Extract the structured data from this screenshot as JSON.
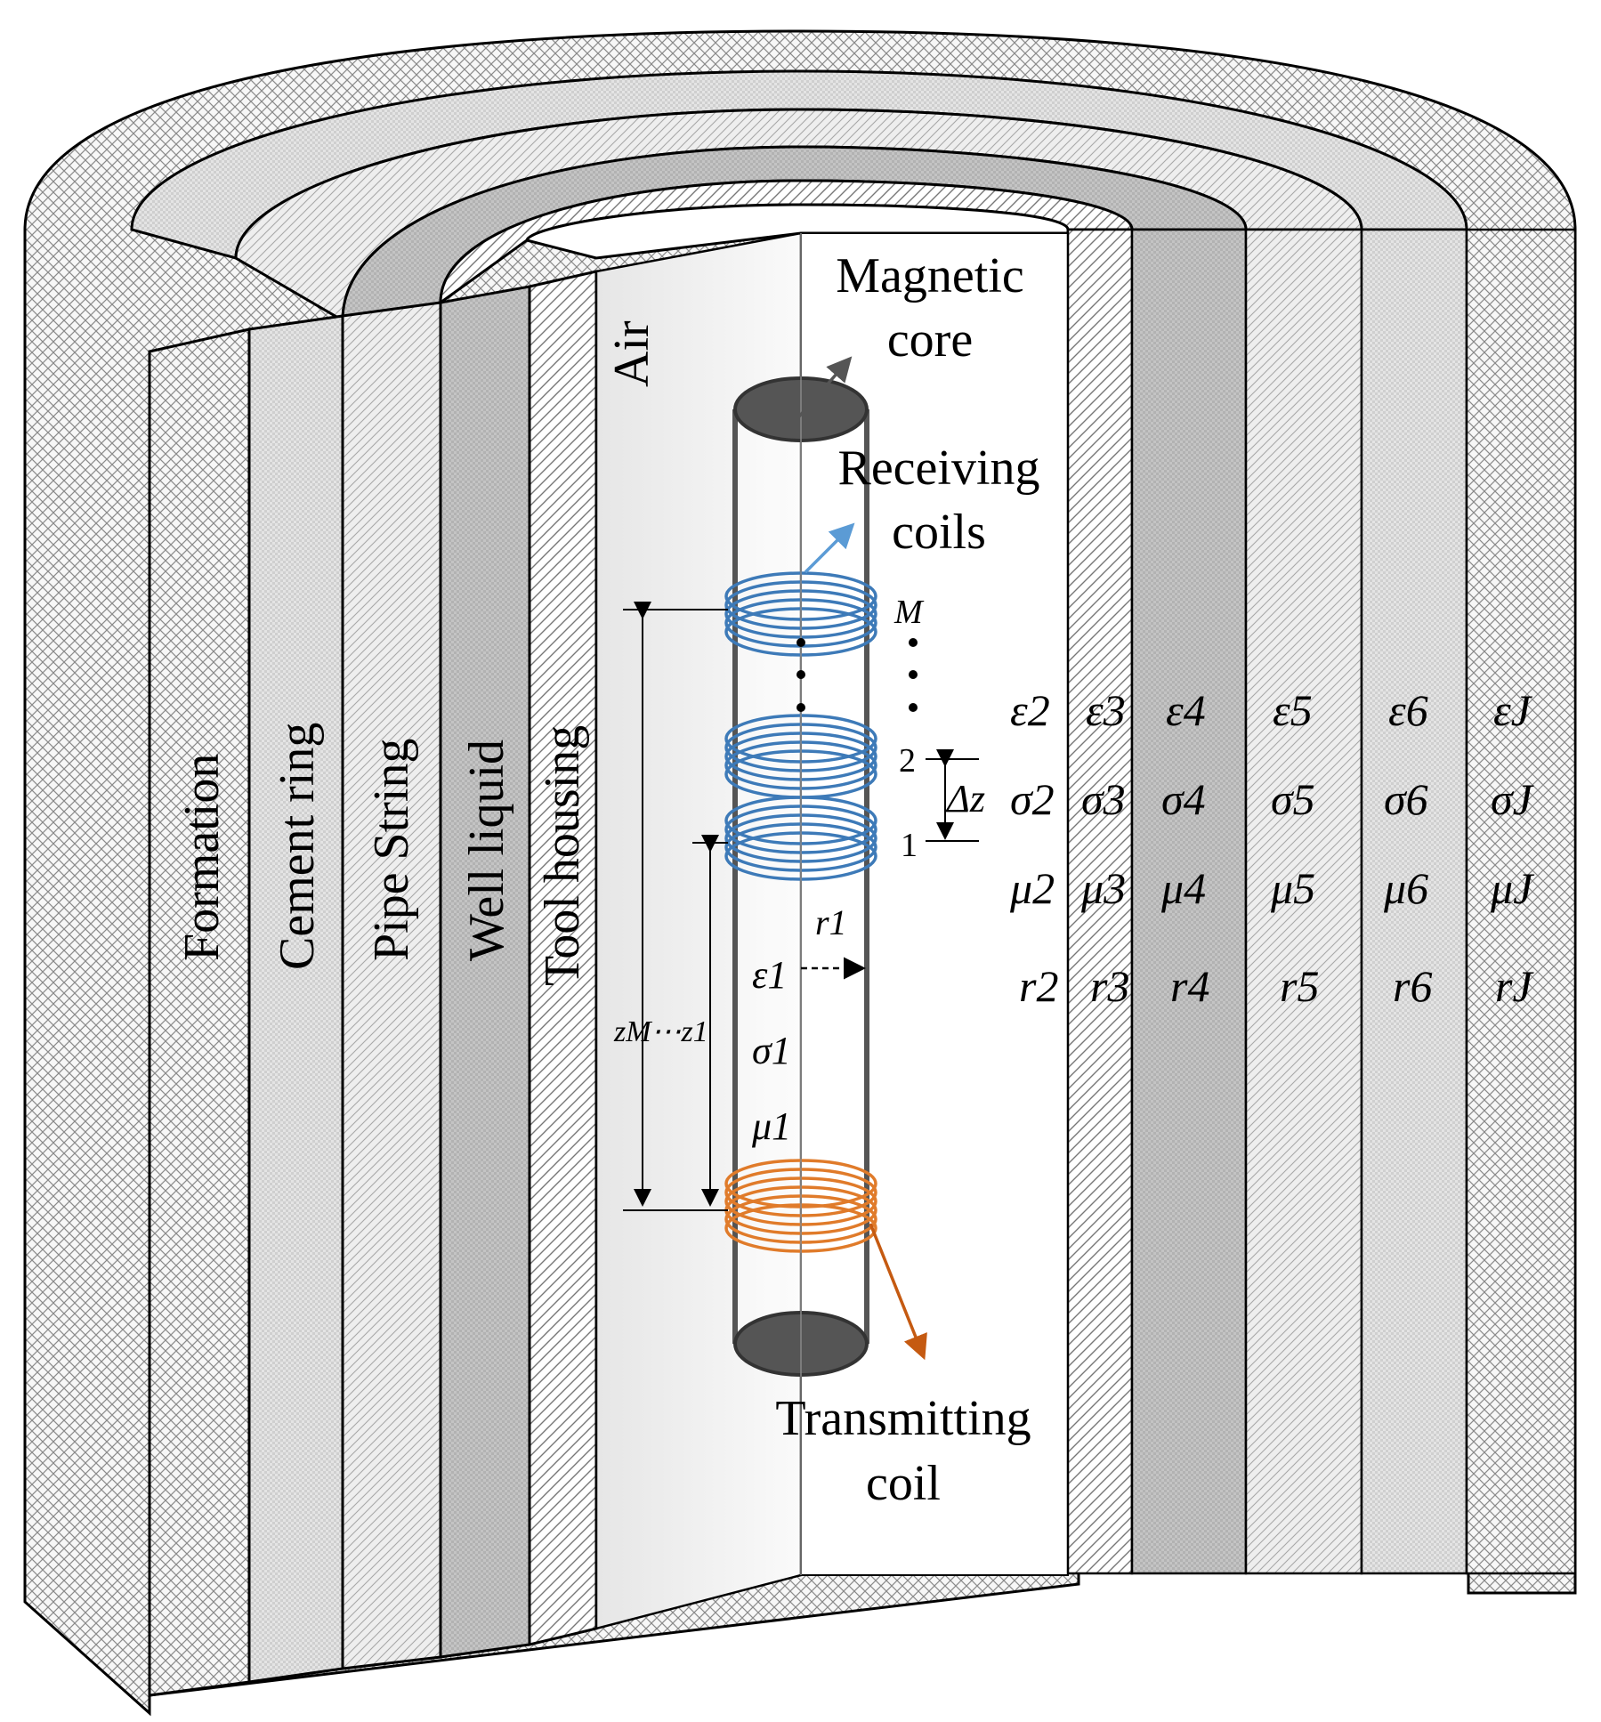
{
  "layers": {
    "formation": "Formation",
    "cement_ring": "Cement ring",
    "pipe_string": "Pipe String",
    "well_liquid": "Well liquid",
    "tool_housing": "Tool housing",
    "air": "Air"
  },
  "callouts": {
    "magnetic_core_line1": "Magnetic",
    "magnetic_core_line2": "core",
    "receiving_line1": "Receiving",
    "receiving_line2": "coils",
    "transmitting_line1": "Transmitting",
    "transmitting_line2": "coil"
  },
  "coil_labels": {
    "m": "M",
    "two": "2",
    "one": "1",
    "delta_z": "Δz",
    "z_range": "zM⋯z1",
    "r1": "r1"
  },
  "core_params": [
    "ε1",
    "σ1",
    "μ1"
  ],
  "param_rows": {
    "eps": [
      "ε2",
      "ε3",
      "ε4",
      "ε5",
      "ε6",
      "εJ"
    ],
    "sigma": [
      "σ2",
      "σ3",
      "σ4",
      "σ5",
      "σ6",
      "σJ"
    ],
    "mu": [
      "μ2",
      "μ3",
      "μ4",
      "μ5",
      "μ6",
      "μJ"
    ],
    "r": [
      "r2",
      "r3",
      "r4",
      "r5",
      "r6",
      "rJ"
    ]
  },
  "colors": {
    "receiving_coil": "#3d7ab8",
    "transmitting_coil": "#e07b2a",
    "core_cap": "#555555",
    "receiving_arrow": "#5b9bd5",
    "transmitting_arrow": "#c55a11"
  }
}
